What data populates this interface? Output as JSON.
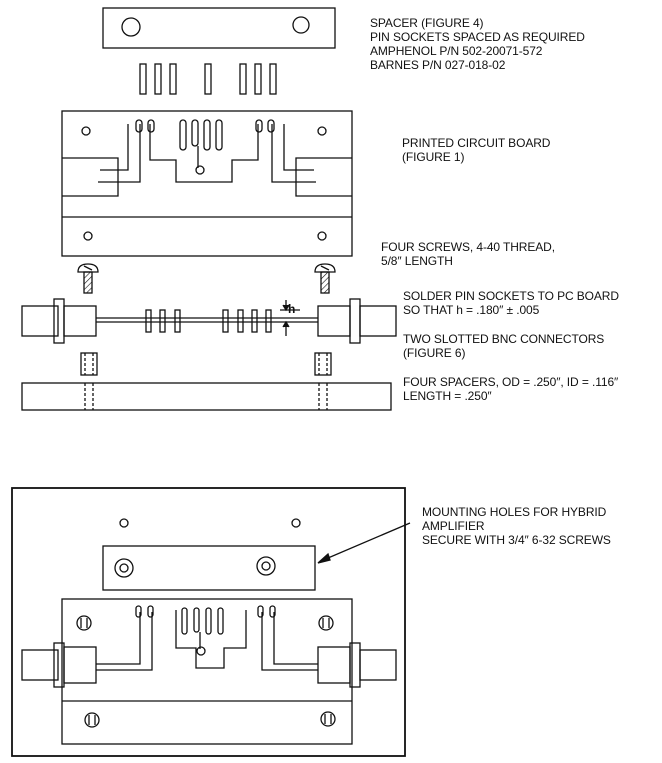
{
  "callouts": {
    "spacer": {
      "lines": [
        "SPACER (FIGURE 4)",
        "PIN SOCKETS SPACED AS REQUIRED",
        "AMPHENOL P/N 502-20071-572",
        "BARNES P/N 027-018-02"
      ]
    },
    "pcb": {
      "lines": [
        "PRINTED CIRCUIT BOARD",
        "(FIGURE 1)"
      ]
    },
    "screws": {
      "lines": [
        "FOUR SCREWS, 4-40 THREAD,",
        "5/8″ LENGTH"
      ]
    },
    "solder": {
      "lines": [
        "SOLDER PIN SOCKETS TO PC BOARD",
        "SO THAT h = .180″ ± .005"
      ]
    },
    "bnc": {
      "lines": [
        "TWO SLOTTED BNC CONNECTORS",
        "(FIGURE 6)"
      ]
    },
    "spacers": {
      "lines": [
        "FOUR SPACERS, OD = .250″, ID = .116″",
        "LENGTH = .250″"
      ]
    },
    "mounting": {
      "lines": [
        "MOUNTING HOLES FOR HYBRID",
        "AMPLIFIER",
        "SECURE WITH 3/4″ 6-32 SCREWS"
      ]
    }
  },
  "dimension_label": "h"
}
